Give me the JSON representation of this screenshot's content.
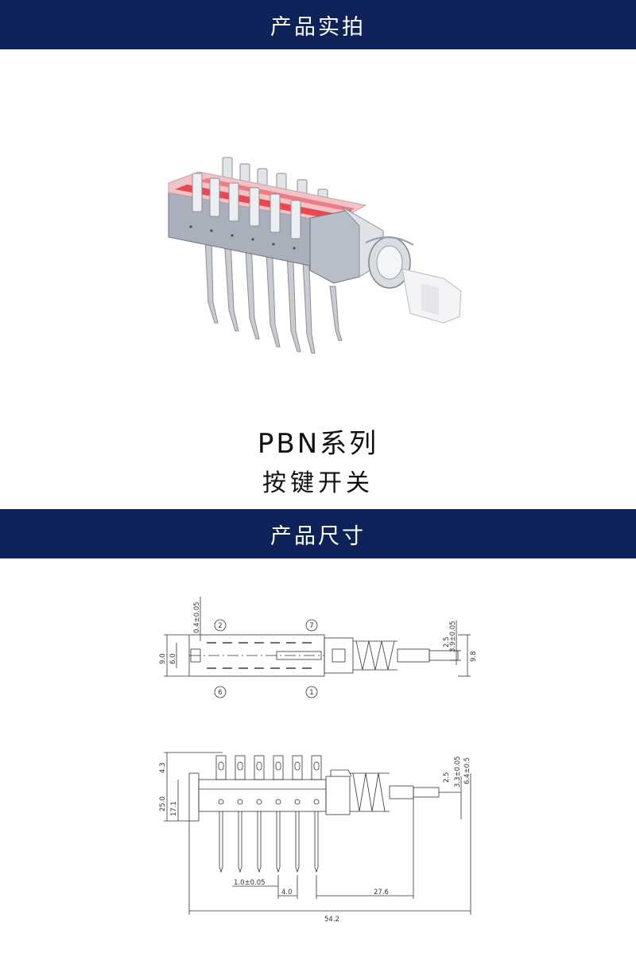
{
  "sections": {
    "photo_title": "产品实拍",
    "dims_title": "产品尺寸"
  },
  "product": {
    "series": "PBN系列",
    "type": "按键开关"
  },
  "colors": {
    "banner": "#0c2259",
    "housing_gray": "#a9b0bb",
    "led_red": "#e8323c"
  },
  "drawing": {
    "top_view": {
      "pin_marks": [
        "2",
        "7",
        "6",
        "1"
      ],
      "dims": {
        "pitch_tol": "0.4±0.05",
        "height_outer": "9.0",
        "height_inner": "6.0",
        "plunger_small": "2.5",
        "plunger_tol": "3.9±0.05",
        "plunger_full": "9.8"
      }
    },
    "side_view": {
      "dims": {
        "top_4_3": "4.3",
        "height_25": "25.0",
        "height_17": "17.1",
        "plunger_small": "2.5",
        "plunger_tol1": "3.3±0.05",
        "plunger_tol2": "6.4±0.5",
        "pin_width": "1.0±0.05",
        "pin_pitch": "4.0",
        "plunger_len": "27.6",
        "total_len": "54.2"
      }
    }
  }
}
